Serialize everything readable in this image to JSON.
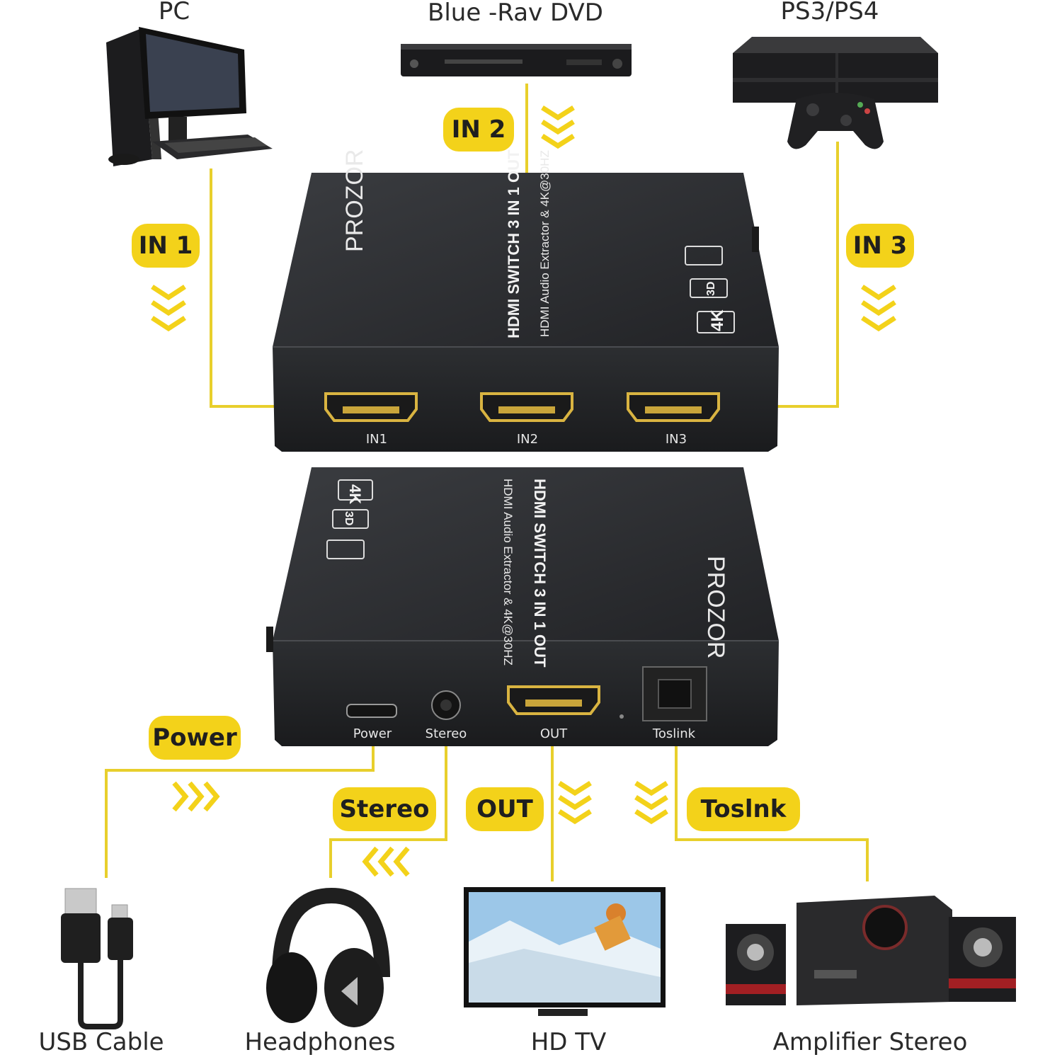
{
  "devices": {
    "pc": "PC",
    "dvd": "Blue -Rav DVD",
    "console": "PS3/PS4",
    "usb": "USB Cable",
    "headphones": "Headphones",
    "tv": "HD TV",
    "amplifier": "Amplifier Stereo"
  },
  "tags": {
    "in1": "IN 1",
    "in2": "IN 2",
    "in3": "IN 3",
    "power": "Power",
    "stereo": "Stereo",
    "out": "OUT",
    "toslink": "Toslnk"
  },
  "switch_box": {
    "brand": "PROZOR",
    "model": "HDMI SWITCH 3 IN 1 OUT",
    "subtitle": "HDMI Audio Extractor & 4K@30HZ",
    "badge_4k": "4K",
    "badge_3d": "3D",
    "front_ports": [
      "IN1",
      "IN2",
      "IN3"
    ],
    "rear_ports": [
      "Power",
      "Stereo",
      "OUT",
      "Toslink"
    ]
  },
  "colors": {
    "accent": "#f3d21a",
    "box": "#2b2d30",
    "line": "#e8cf2c"
  }
}
